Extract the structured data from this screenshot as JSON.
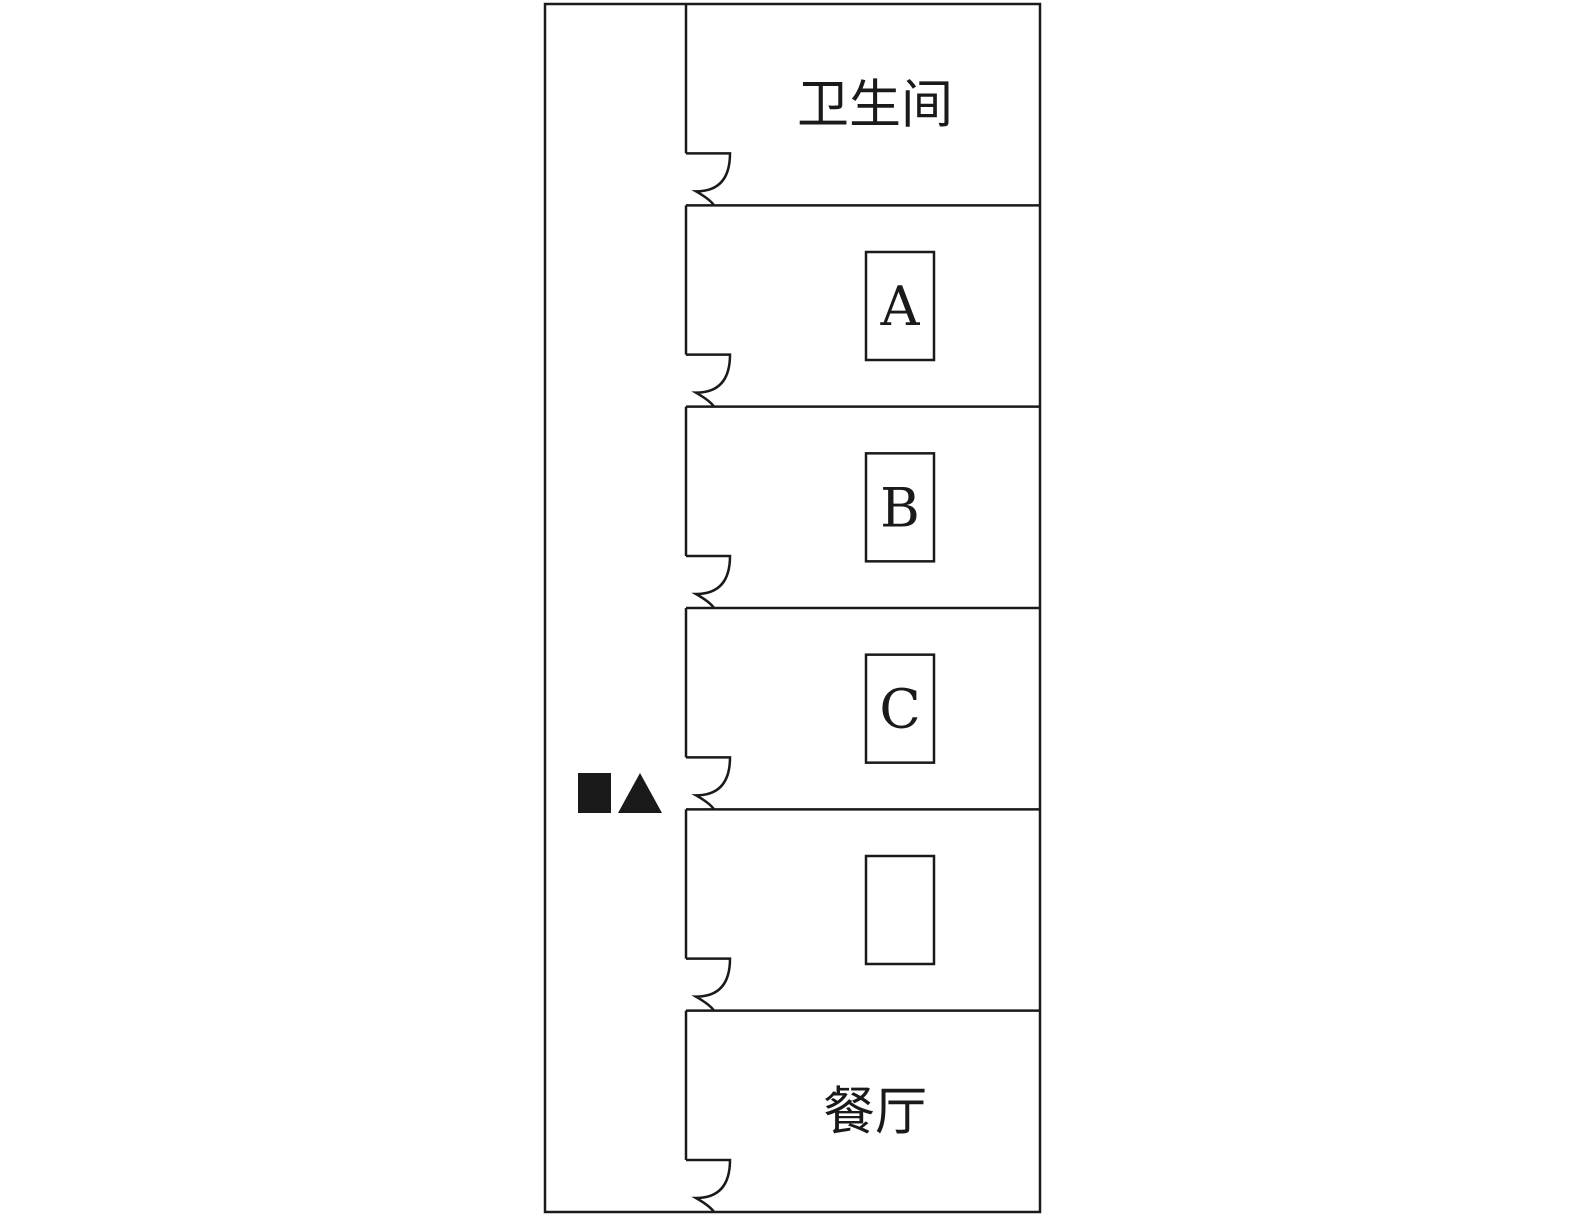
{
  "rooms": [
    {
      "label": "卫生间",
      "box_label": null
    },
    {
      "label": "",
      "box_label": "A"
    },
    {
      "label": "",
      "box_label": "B"
    },
    {
      "label": "",
      "box_label": "C"
    },
    {
      "label": "",
      "box_label": ""
    },
    {
      "label": "餐厅",
      "box_label": null
    }
  ],
  "markers": {
    "square": "black-square",
    "triangle": "black-triangle"
  },
  "colors": {
    "line": "#1a1a1a",
    "marker": "#1a1a1a"
  }
}
